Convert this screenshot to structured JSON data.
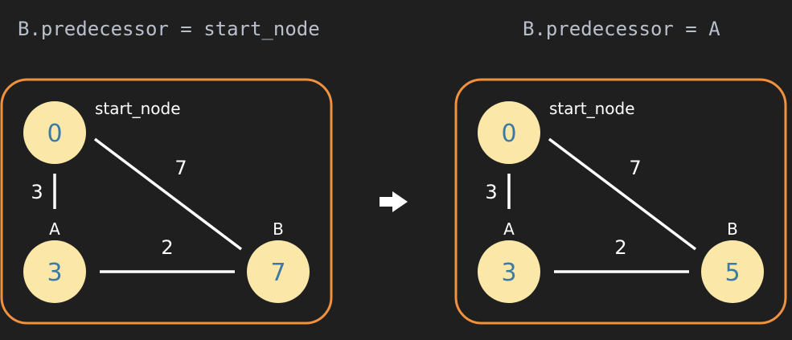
{
  "colors": {
    "background": "#1f1f1f",
    "code_text": "#b9c0cb",
    "panel_border": "#f0913f",
    "node_fill": "#fbe8a8",
    "node_value": "#3c7aa6",
    "edge": "#ffffff"
  },
  "arrow_icon": "right-arrow-icon",
  "left": {
    "caption": "B.predecessor = start_node",
    "start_label": "start_node",
    "label_a": "A",
    "label_b": "B",
    "start_value": "0",
    "a_value": "3",
    "b_value": "7",
    "w_start_a": "3",
    "w_start_b": "7",
    "w_a_b": "2"
  },
  "right": {
    "caption": "B.predecessor = A",
    "start_label": "start_node",
    "label_a": "A",
    "label_b": "B",
    "start_value": "0",
    "a_value": "3",
    "b_value": "5",
    "w_start_a": "3",
    "w_start_b": "7",
    "w_a_b": "2"
  }
}
